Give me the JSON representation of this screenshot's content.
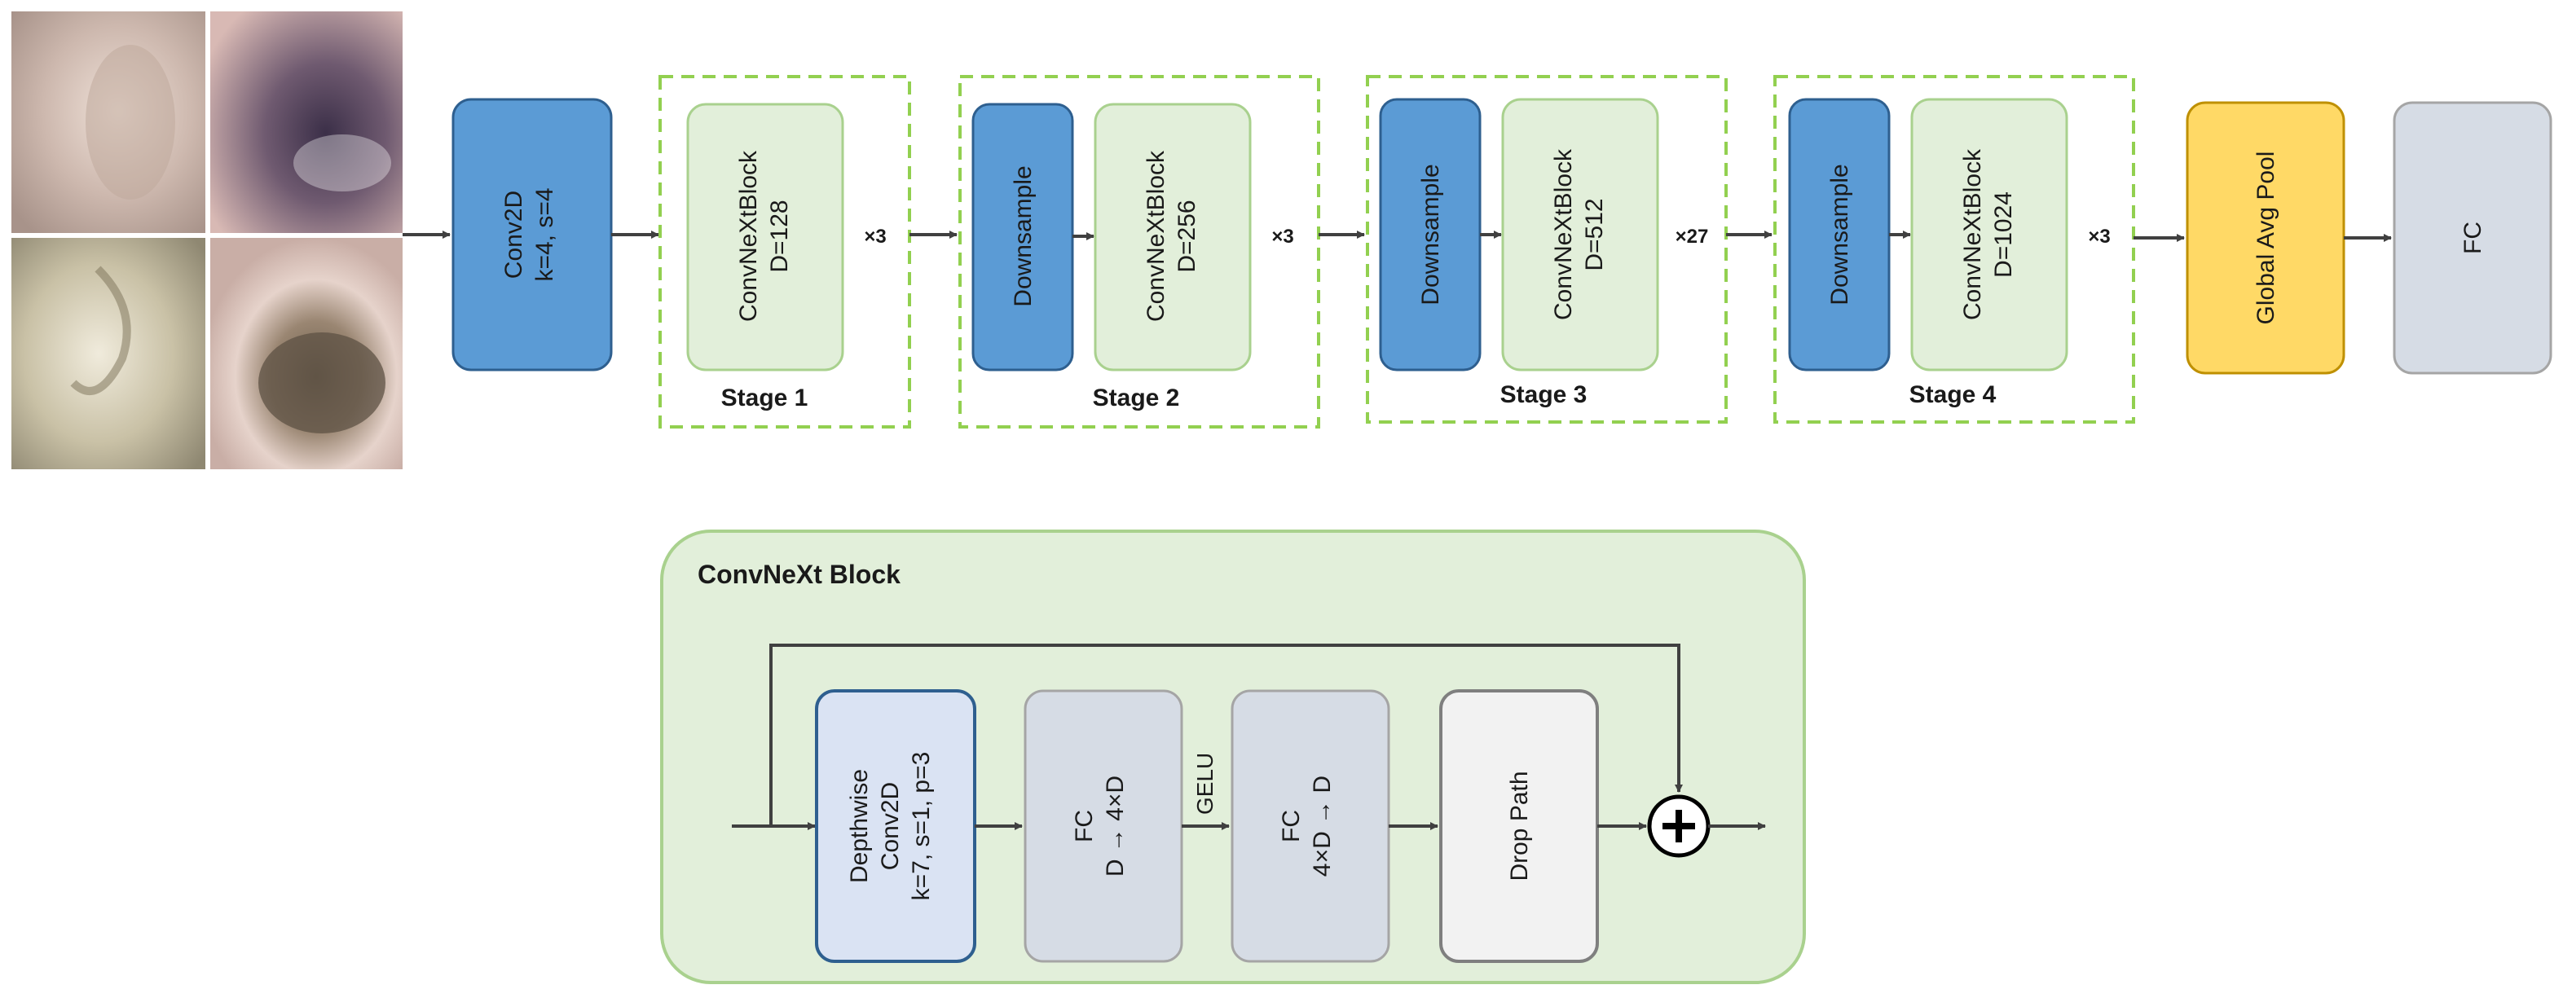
{
  "input_images": [
    {
      "id": "img-1",
      "tone": [
        "#d9c9c2",
        "#b7a59c",
        "#efe1d8"
      ]
    },
    {
      "id": "img-2",
      "tone": [
        "#c9a8a8",
        "#4b3b55",
        "#e9d3cf"
      ]
    },
    {
      "id": "img-3",
      "tone": [
        "#d6d0bd",
        "#a7a08a",
        "#eae5d6"
      ]
    },
    {
      "id": "img-4",
      "tone": [
        "#d8c6bf",
        "#7a6b5c",
        "#efe2dc"
      ]
    }
  ],
  "stem": {
    "line1": "Conv2D",
    "line2": "k=4, s=4"
  },
  "stages": [
    {
      "label": "Stage 1",
      "downsample": null,
      "block_line1": "ConvNeXtBlock",
      "block_line2": "D=128",
      "repeat": "×3"
    },
    {
      "label": "Stage 2",
      "downsample": "Downsample",
      "block_line1": "ConvNeXtBlock",
      "block_line2": "D=256",
      "repeat": "×3"
    },
    {
      "label": "Stage 3",
      "downsample": "Downsample",
      "block_line1": "ConvNeXtBlock",
      "block_line2": "D=512",
      "repeat": "×27"
    },
    {
      "label": "Stage 4",
      "downsample": "Downsample",
      "block_line1": "ConvNeXtBlock",
      "block_line2": "D=1024",
      "repeat": "×3"
    }
  ],
  "pool": {
    "label": "Global Avg Pool"
  },
  "head": {
    "label": "FC"
  },
  "block_detail": {
    "title": "ConvNeXt Block",
    "dwconv": {
      "line1": "Depthwise",
      "line2": "Conv2D",
      "line3": "k=7, s=1, p=3"
    },
    "fc1": {
      "line1": "FC",
      "line2": "D → 4×D"
    },
    "activation": "GELU",
    "fc2": {
      "line1": "FC",
      "line2": "4×D → D"
    },
    "droppath": "Drop Path"
  },
  "colors": {
    "blue_fill": "#5b9bd5",
    "blue_stroke": "#2e5f8f",
    "green_fill": "#e2efda",
    "green_stroke": "#a9d18e",
    "dash_green": "#92d050",
    "pool_fill": "#ffd966",
    "pool_stroke": "#bf9000",
    "gray_fill": "#d6dce5",
    "gray_stroke": "#a5a5a5",
    "light_blue_fill": "#dae3f3",
    "white_fill": "#f2f2f2",
    "arrow": "#404040"
  }
}
